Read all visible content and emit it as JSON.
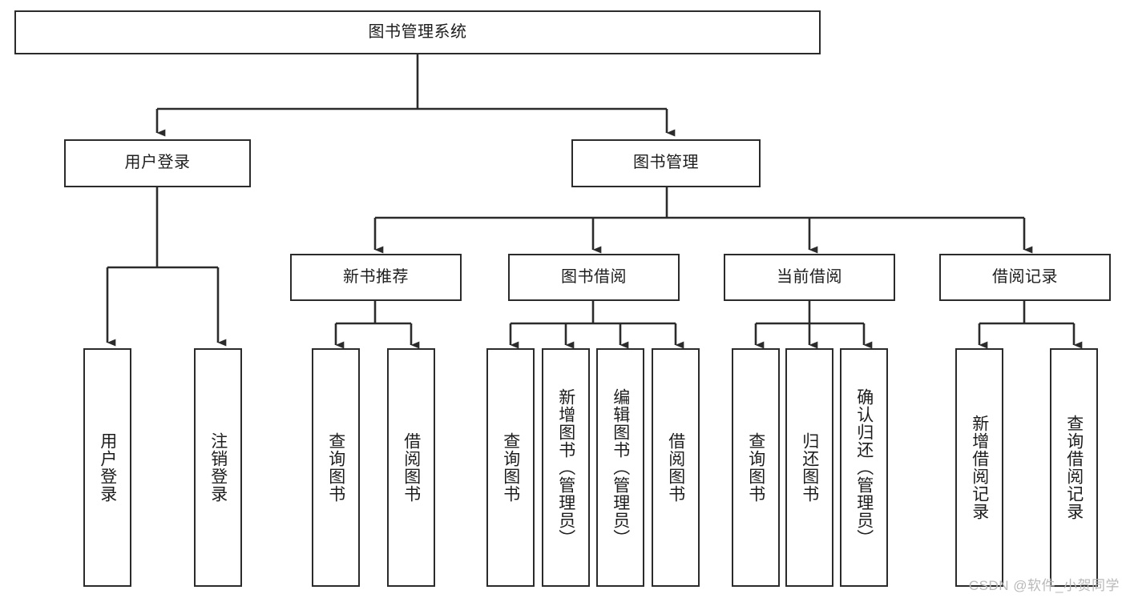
{
  "diagram": {
    "type": "tree-hierarchy",
    "title": "图书管理系统",
    "orientation": "top-down",
    "colors": {
      "box_border": "#2b2b2b",
      "box_fill": "#ffffff",
      "connector": "#2b2b2b",
      "text": "#1d1d1d",
      "watermark": "#b9b9b9",
      "background": "#ffffff"
    },
    "root": {
      "label": "图书管理系统",
      "orientation": "horizontal"
    },
    "level2": [
      {
        "label": "用户登录",
        "orientation": "horizontal"
      },
      {
        "label": "图书管理",
        "orientation": "horizontal"
      }
    ],
    "level3": [
      {
        "label": "新书推荐",
        "orientation": "horizontal"
      },
      {
        "label": "图书借阅",
        "orientation": "horizontal"
      },
      {
        "label": "当前借阅",
        "orientation": "horizontal"
      },
      {
        "label": "借阅记录",
        "orientation": "horizontal"
      }
    ],
    "leaves": {
      "user_login": [
        {
          "label": "用户登录",
          "orientation": "vertical"
        },
        {
          "label": "注销登录",
          "orientation": "vertical"
        }
      ],
      "new_book_recommend": [
        {
          "label": "查询图书",
          "orientation": "vertical"
        },
        {
          "label": "借阅图书",
          "orientation": "vertical"
        }
      ],
      "book_borrow": [
        {
          "label": "查询图书",
          "orientation": "vertical"
        },
        {
          "label": "新增图书（管理员）",
          "orientation": "vertical"
        },
        {
          "label": "编辑图书（管理员）",
          "orientation": "vertical"
        },
        {
          "label": "借阅图书",
          "orientation": "vertical"
        }
      ],
      "current_borrow": [
        {
          "label": "查询图书",
          "orientation": "vertical"
        },
        {
          "label": "归还图书",
          "orientation": "vertical"
        },
        {
          "label": "确认归还（管理员）",
          "orientation": "vertical"
        }
      ],
      "borrow_record": [
        {
          "label": "新增借阅记录",
          "orientation": "vertical"
        },
        {
          "label": "查询借阅记录",
          "orientation": "vertical"
        }
      ]
    },
    "watermark": "CSDN @软件_小贺同学"
  }
}
